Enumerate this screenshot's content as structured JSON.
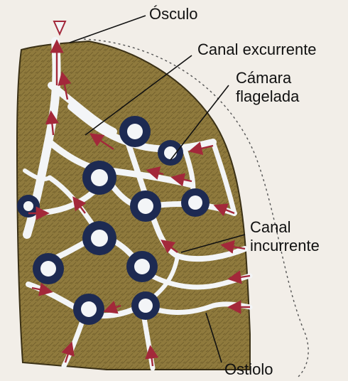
{
  "labels": {
    "osculo": "Ósculo",
    "canal_excurrente": "Canal excurrente",
    "camara_line1": "Cámara",
    "camara_line2": "flagelada",
    "canal_incurrente_line1": "Canal",
    "canal_incurrente_line2": "incurrente",
    "ostiolo": "Ostiolo"
  },
  "colors": {
    "tissue": "#8f7a3d",
    "tissue_dark": "#5e4e22",
    "canal": "#f3f5f7",
    "chamber_cell": "#1d2a52",
    "arrow": "#a3283a",
    "background": "#f2eee8"
  }
}
